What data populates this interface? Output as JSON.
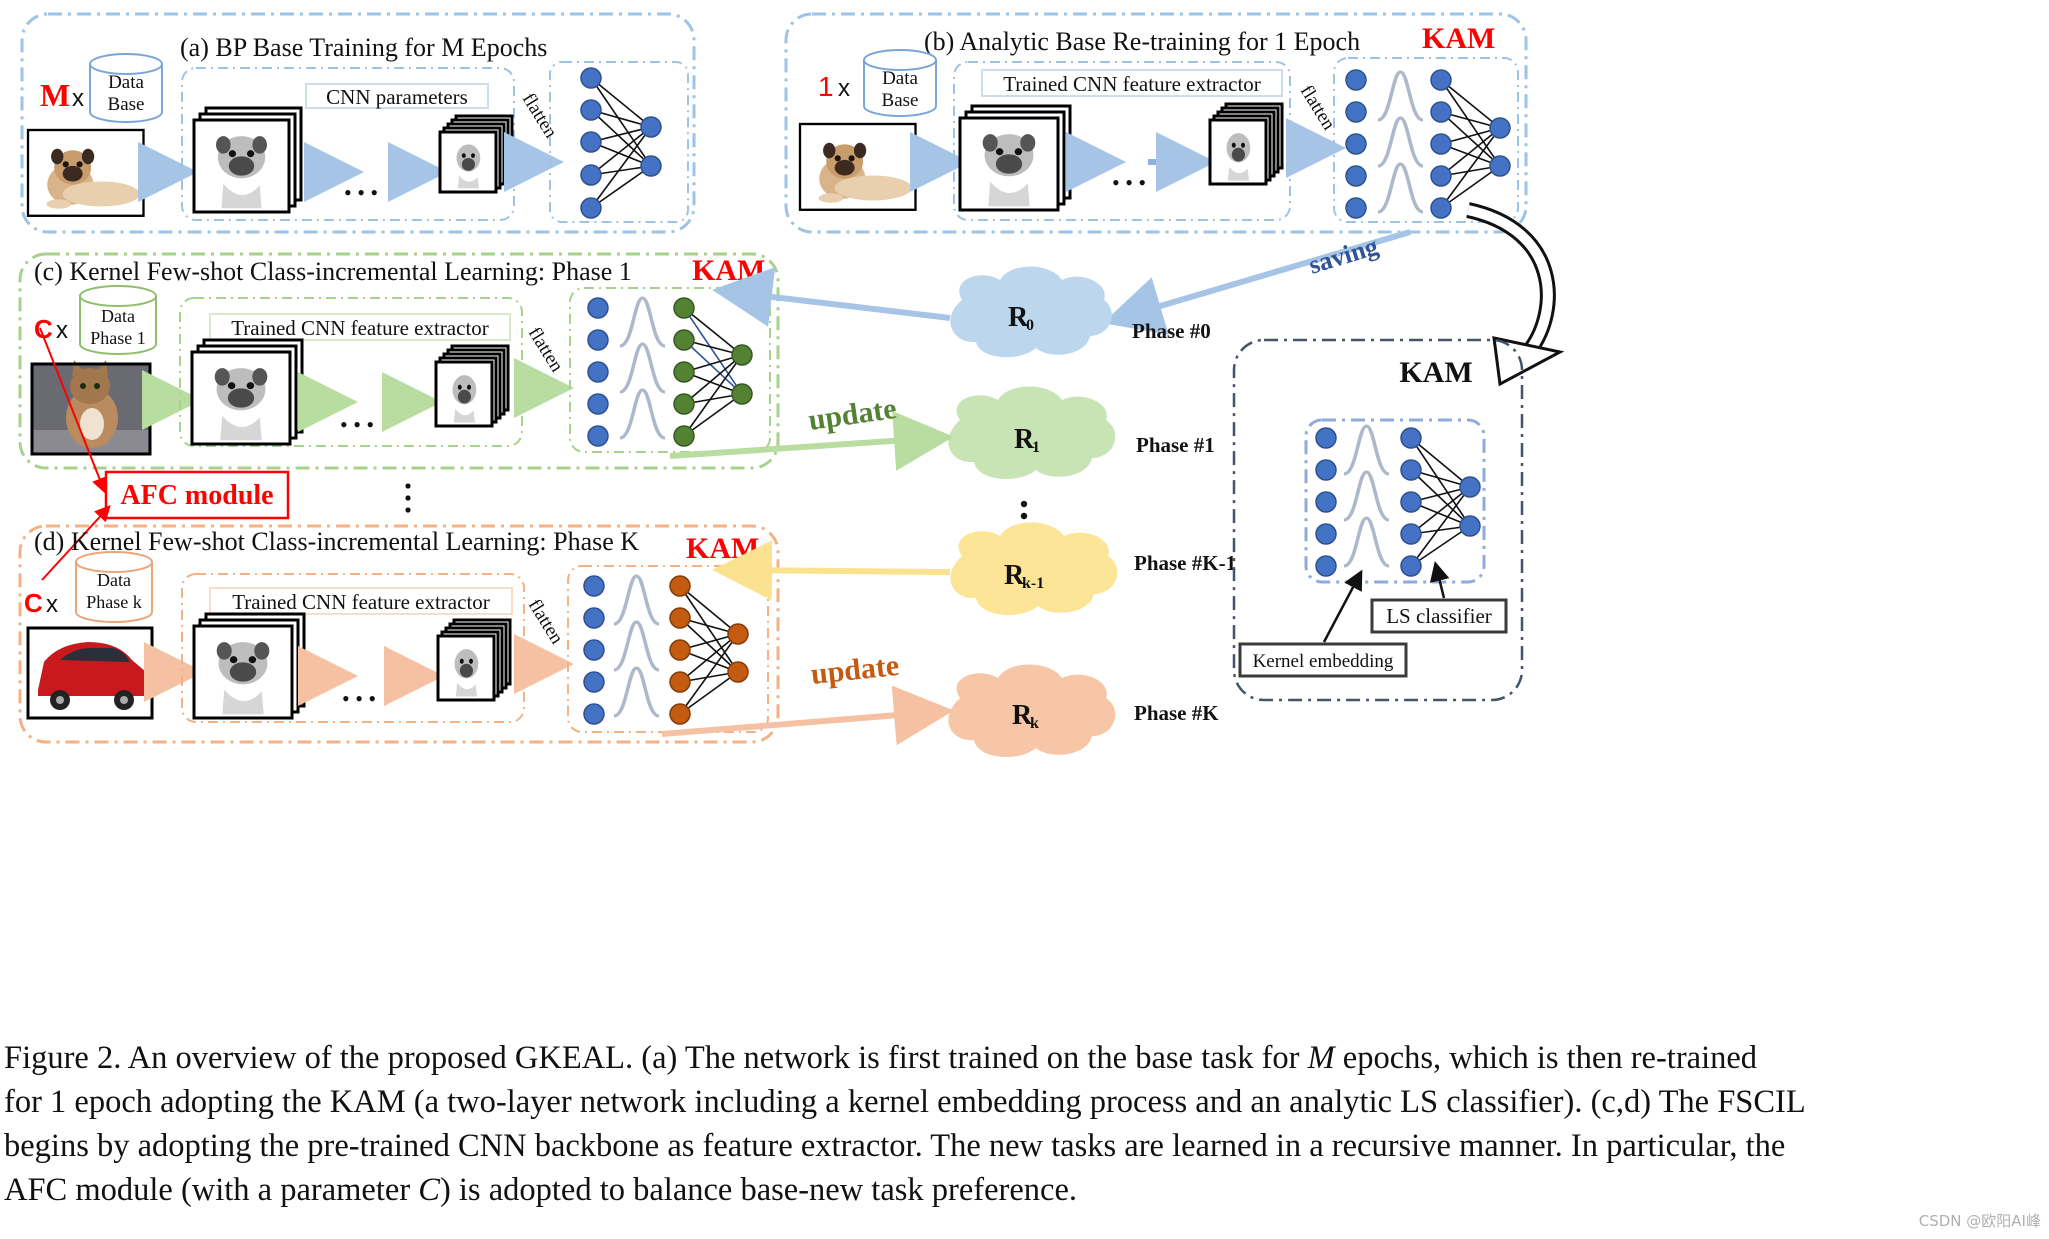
{
  "panels": {
    "a": {
      "title": "(a) BP Base Training for M Epochs",
      "multiplier": "M",
      "times": "x",
      "db_line1": "Data",
      "db_line2": "Base",
      "box_label": "CNN parameters",
      "flatten": "flatten",
      "dots": "• • •"
    },
    "b": {
      "title": "(b) Analytic Base Re-training for 1 Epoch",
      "kam": "KAM",
      "multiplier": "1",
      "times": "x",
      "db_line1": "Data",
      "db_line2": "Base",
      "box_label": "Trained CNN feature extractor",
      "flatten": "flatten",
      "dots": "• • •"
    },
    "c": {
      "title": "(c) Kernel Few-shot Class-incremental Learning: Phase 1",
      "kam": "KAM",
      "multiplier": "C",
      "times": "x",
      "db_line1": "Data",
      "db_line2": "Phase 1",
      "box_label": "Trained CNN feature extractor",
      "flatten": "flatten",
      "dots": "• • •"
    },
    "d": {
      "title": "(d) Kernel Few-shot Class-incremental Learning: Phase K",
      "kam": "KAM",
      "multiplier": "C",
      "times": "x",
      "db_line1": "Data",
      "db_line2": "Phase k",
      "box_label": "Trained CNN feature extractor",
      "flatten": "flatten",
      "dots": "• • •"
    }
  },
  "afc_module": "AFC module",
  "saving": "saving",
  "updates": {
    "u1": "update",
    "u2": "update"
  },
  "memory": [
    {
      "label": "R",
      "sub": "0",
      "phase": "Phase #0",
      "color": "#bcd6ee"
    },
    {
      "label": "R",
      "sub": "1",
      "phase": "Phase #1",
      "color": "#c8e3b4"
    },
    {
      "label": "R",
      "sub": "k-1",
      "phase": "Phase #K-1",
      "color": "#fde598"
    },
    {
      "label": "R",
      "sub": "k",
      "phase": "Phase #K",
      "color": "#f7c6a6"
    }
  ],
  "kam_detail": {
    "title": "KAM",
    "ls_classifier": "LS classifier",
    "kernel_embedding": "Kernel embedding"
  },
  "caption": {
    "line1_a": "Figure 2.  An overview of the proposed GKEAL. (a) The network is first trained on the base task for ",
    "line1_var": "M",
    "line1_b": " epochs, which is then re-trained",
    "line2": "for 1 epoch adopting the KAM (a two-layer network including a kernel embedding process and an analytic LS classifier). (c,d) The FSCIL",
    "line3": "begins by adopting the pre-trained CNN backbone as feature extractor. The new tasks are learned in a recursive manner. In particular, the",
    "line4_a": "AFC module (with a parameter ",
    "line4_var": "C",
    "line4_b": ") is adopted to balance base-new task preference."
  },
  "watermark": "CSDN @欧阳AI峰",
  "colors": {
    "blue": "#4472c4",
    "blue_border": "#9dc3e6",
    "green": "#548235",
    "green_border": "#a9d18e",
    "orange": "#c55a11",
    "orange_border": "#f4b183",
    "red": "#ff0000",
    "dark_border": "#44546a"
  }
}
